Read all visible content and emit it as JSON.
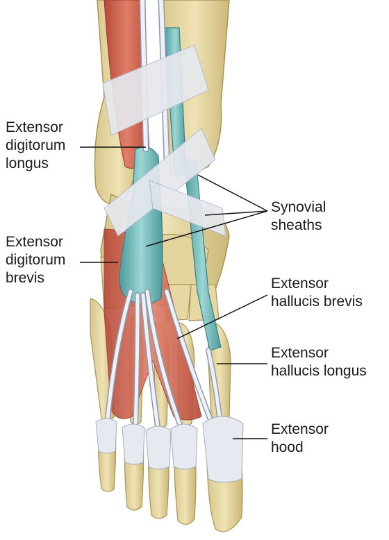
{
  "labels": {
    "edl": {
      "line1": "Extensor",
      "line2": "digitorum",
      "line3": "longus"
    },
    "edb": {
      "line1": "Extensor",
      "line2": "digitorum",
      "line3": "brevis"
    },
    "syn": {
      "line1": "Synovial",
      "line2": "sheaths"
    },
    "ehb": {
      "line1": "Extensor",
      "line2": "hallucis brevis"
    },
    "ehl": {
      "line1": "Extensor",
      "line2": "hallucis longus"
    },
    "hood": {
      "line1": "Extensor",
      "line2": "hood"
    }
  },
  "colors": {
    "bone": "#e9dca8",
    "bone_shade": "#c9b678",
    "muscle": "#d86a56",
    "muscle_dark": "#b8483a",
    "sheath": "#7fc4c4",
    "sheath_dark": "#4f9a9c",
    "tendon": "#e8ebf2",
    "tendon_shade": "#aeb6c6",
    "retinaculum": "#e3e6ec",
    "leader": "#111111"
  }
}
